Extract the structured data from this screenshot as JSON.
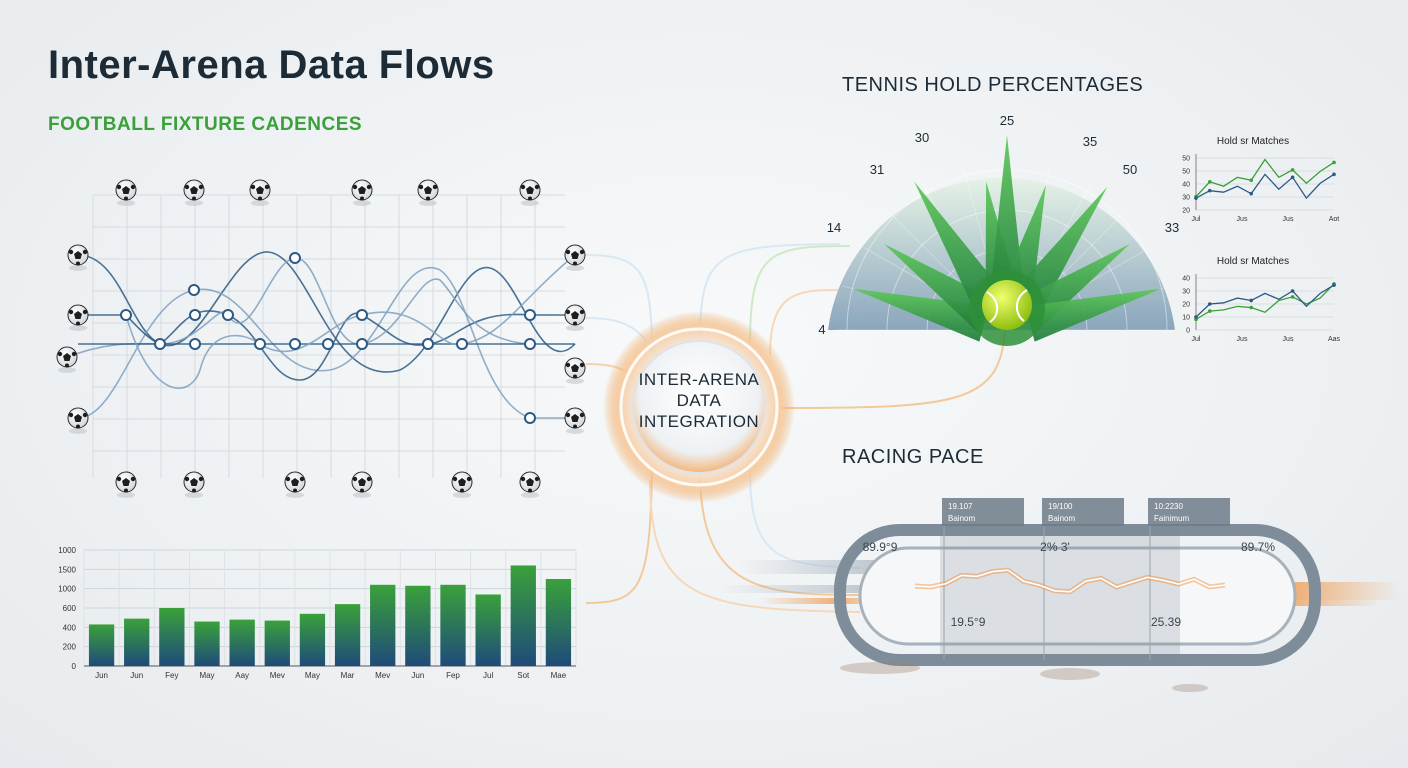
{
  "header": {
    "title": "Inter-Arena Data Flows",
    "subtitle": "FOOTBALL FIXTURE CADENCES"
  },
  "hub": {
    "lines": [
      "INTER-ARENA",
      "DATA",
      "INTEGRATION"
    ]
  },
  "sections": {
    "tennis": "TENNIS HOLD PERCENTAGES",
    "racing": "RACING PACE"
  },
  "colors": {
    "navy": "#2c5a84",
    "green": "#3aa13a",
    "orange": "#f0a050",
    "tennis_ball": "#c6e21a"
  },
  "icons": {
    "ball": "soccer-ball-icon",
    "tennis": "tennis-ball-icon"
  },
  "chart_data": [
    {
      "id": "fixture-bars",
      "type": "bar",
      "categories": [
        "Jun",
        "Jun",
        "Fey",
        "May",
        "Aay",
        "Mev",
        "May",
        "Mar",
        "Mev",
        "Jun",
        "Fep",
        "Jul",
        "Sot",
        "Mae"
      ],
      "values": [
        430,
        490,
        600,
        460,
        480,
        470,
        540,
        640,
        840,
        830,
        840,
        740,
        1040,
        900
      ],
      "yticks": [
        "0",
        "200",
        "400",
        "600",
        "1000",
        "1500",
        "1000"
      ],
      "ylim": [
        0,
        1200
      ],
      "grid": true
    },
    {
      "id": "tennis-fan",
      "type": "radial",
      "labels": [
        "4",
        "14",
        "31",
        "30",
        "25",
        "35",
        "50",
        "33"
      ]
    },
    {
      "id": "hold-matches-1",
      "type": "line",
      "title": "Hold sr Matches",
      "x": [
        "Jul",
        "Jus",
        "Jus",
        "Aot"
      ],
      "yticks": [
        "20",
        "30",
        "40",
        "50",
        "50"
      ],
      "ylim": [
        20,
        55
      ],
      "series": [
        {
          "color": "#3aa13a",
          "values": [
            29,
            39,
            36,
            42,
            40,
            54,
            42,
            47,
            38,
            46,
            52
          ]
        },
        {
          "color": "#2c5a84",
          "values": [
            28,
            33,
            32,
            36,
            31,
            44,
            34,
            42,
            28,
            38,
            44
          ]
        }
      ]
    },
    {
      "id": "hold-matches-2",
      "type": "line",
      "title": "Hold sr Matches",
      "x": [
        "Jul",
        "Jus",
        "Jus",
        "Aas"
      ],
      "yticks": [
        "0",
        "10",
        "20",
        "30",
        "40"
      ],
      "ylim": [
        0,
        44
      ],
      "series": [
        {
          "color": "#3aa13a",
          "values": [
            9,
            16,
            17,
            20,
            19,
            15,
            25,
            28,
            22,
            27,
            39
          ]
        },
        {
          "color": "#2c5a84",
          "values": [
            11,
            22,
            23,
            27,
            25,
            31,
            26,
            33,
            20,
            31,
            38
          ]
        }
      ]
    },
    {
      "id": "racing-pace",
      "type": "line",
      "readouts_top": [
        "89.9°9",
        "2% 3'",
        "89.7%"
      ],
      "readouts_bottom": [
        "19.5°9",
        "25.39"
      ],
      "markers": [
        {
          "top": "19.107",
          "bottom": "Bainom"
        },
        {
          "top": "19/100",
          "bottom": "Bainom"
        },
        {
          "top": "10:2230",
          "bottom": "Fainimum"
        }
      ],
      "values": [
        50,
        48,
        55,
        72,
        70,
        80,
        83,
        60,
        52,
        40,
        38,
        60,
        66,
        48,
        58,
        68,
        62,
        54,
        64,
        48,
        52
      ]
    }
  ]
}
